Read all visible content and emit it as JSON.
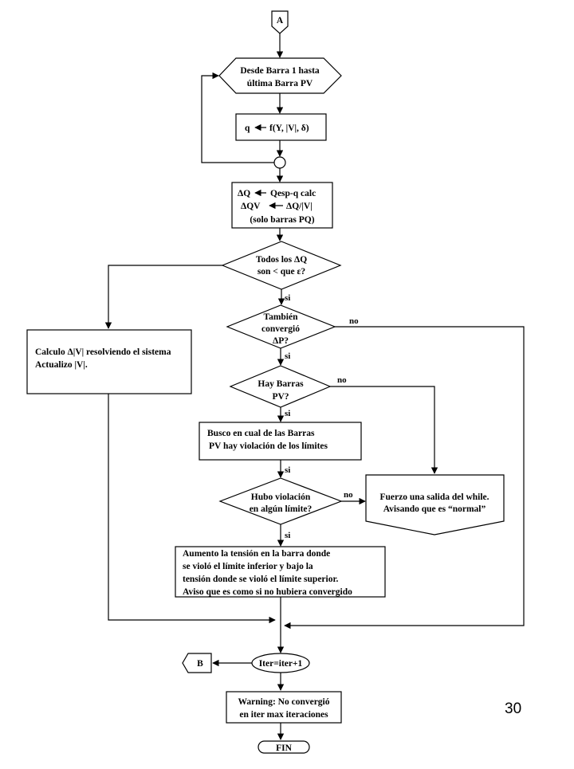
{
  "flowchart": {
    "connector_a": "A",
    "loop_block": [
      "Desde Barra 1 hasta",
      "última Barra PV"
    ],
    "q_calc": {
      "left": "q",
      "right": "f(Y, |V|, δ)"
    },
    "dq_block": {
      "line1_left": "ΔQ",
      "line1_right": "Qesp-q calc",
      "line2_left": "ΔQV",
      "line2_right": "ΔQ/|V|",
      "line3": "(solo barras PQ)"
    },
    "decision_all_q": [
      "Todos los ΔQ",
      "son < que ε?"
    ],
    "decision_p": [
      "También",
      "convergió",
      "ΔP?"
    ],
    "decision_pv": [
      "Hay Barras",
      "PV?"
    ],
    "search_block": [
      "Busco en cual  de las Barras",
      "PV hay violación de los límites"
    ],
    "decision_violation": [
      "Hubo violación",
      "en algún límite?"
    ],
    "exit_block": [
      "Fuerzo una salida del while.",
      "Avisando que es “normal”"
    ],
    "adjust_block": [
      "Aumento  la tensión en la barra donde",
      "se violó el límite inferior y bajo la",
      "tensión donde se violó el límite superior.",
      "Aviso que es como si no hubiera convergido"
    ],
    "calc_block": [
      "Calculo Δ|V| resolviendo el sistema",
      "Actualizo |V|."
    ],
    "iter_block": "Iter=iter+1",
    "connector_b": "B",
    "warning_block": [
      "Warning: No convergió",
      "en iter max iteraciones"
    ],
    "end_block": "FIN",
    "labels": {
      "si": "si",
      "no": "no"
    }
  },
  "page_number": "30"
}
